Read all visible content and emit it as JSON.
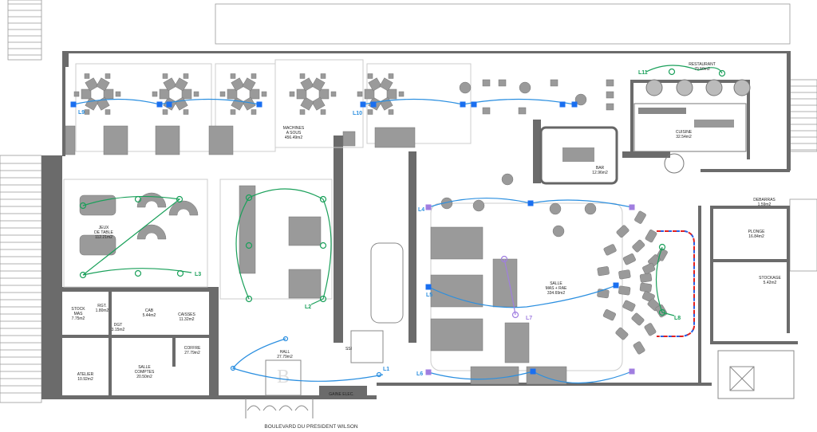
{
  "plan": {
    "street": "BOULEVARD DU PRESIDENT WILSON",
    "rooms": {
      "machines": {
        "name1": "MACHINES",
        "name2": "A SOUS",
        "area": "456.49m2"
      },
      "restaurant": {
        "name": "RESTAURANT",
        "area": "79.50m2"
      },
      "cuisine": {
        "name": "CUISINE",
        "area": "32.54m2"
      },
      "bar": {
        "name": "BAR",
        "area": "12.96m2"
      },
      "debarras": {
        "name": "DEBARRAS",
        "area": "1.59m2"
      },
      "plonge": {
        "name": "PLONGE",
        "area": "16.84m2"
      },
      "stockage": {
        "name": "STOCKAGE",
        "area": "5.42m2"
      },
      "salle": {
        "name1": "SALLE",
        "name2": "MAS + RAE",
        "area": "334.69m2"
      },
      "jeux": {
        "name1": "JEUX",
        "name2": "DE TABLE",
        "area": "112.21m2"
      },
      "stock_mas": {
        "name1": "STOCK",
        "name2": "MAS",
        "area": "7.75m2"
      },
      "rgt": {
        "name": "RGT.",
        "area": "1.80m2"
      },
      "dgt": {
        "name": "DGT",
        "area": "3.15m2"
      },
      "cab": {
        "name": "CAB",
        "area": "5.44m2"
      },
      "caisses": {
        "name": "CAISSES",
        "area": "11.32m2"
      },
      "coffre": {
        "name": "COFFRE",
        "area": "27.79m2"
      },
      "hall": {
        "name": "HALL",
        "area": "27.79m2"
      },
      "atelier": {
        "name": "ATELIER",
        "area": "10.92m2"
      },
      "salle_comptes": {
        "name1": "SALLE",
        "name2": "COMPTES",
        "area": "20.50m2"
      },
      "ssi": {
        "name": "SSI"
      },
      "gaine": {
        "name": "GAINE ELEC."
      }
    },
    "lines": {
      "L1": "L1",
      "L2": "L2",
      "L3": "L3",
      "L4": "L4",
      "L5": "L5",
      "L6": "L6",
      "L7": "L7",
      "L8": "L8",
      "L9": "L9",
      "L10": "L10",
      "L11": "L11"
    },
    "colors": {
      "blue": "#2b8fe0",
      "green": "#1aa05a",
      "purple": "#a07ee0",
      "wall": "#6b6b6b",
      "furniture": "#9a9a9a"
    }
  }
}
